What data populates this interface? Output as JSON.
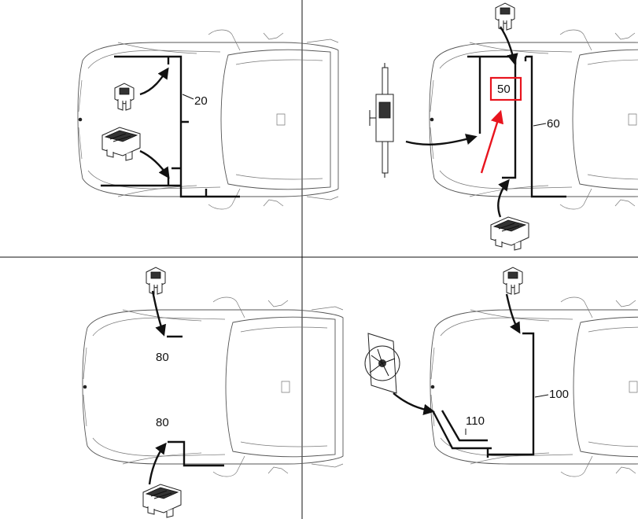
{
  "callouts": {
    "p1_harness": "20",
    "p2_harness_a": "50",
    "p2_harness_b": "60",
    "p3_harness_top": "80",
    "p3_harness_bottom": "80",
    "p4_harness_a": "100",
    "p4_harness_b": "110"
  },
  "colors": {
    "highlight": "#e8141e",
    "line": "#111111"
  },
  "icons": [
    "relay-connector-icon",
    "fuse-box-icon",
    "steering-rack-icon",
    "cooling-fan-icon"
  ]
}
